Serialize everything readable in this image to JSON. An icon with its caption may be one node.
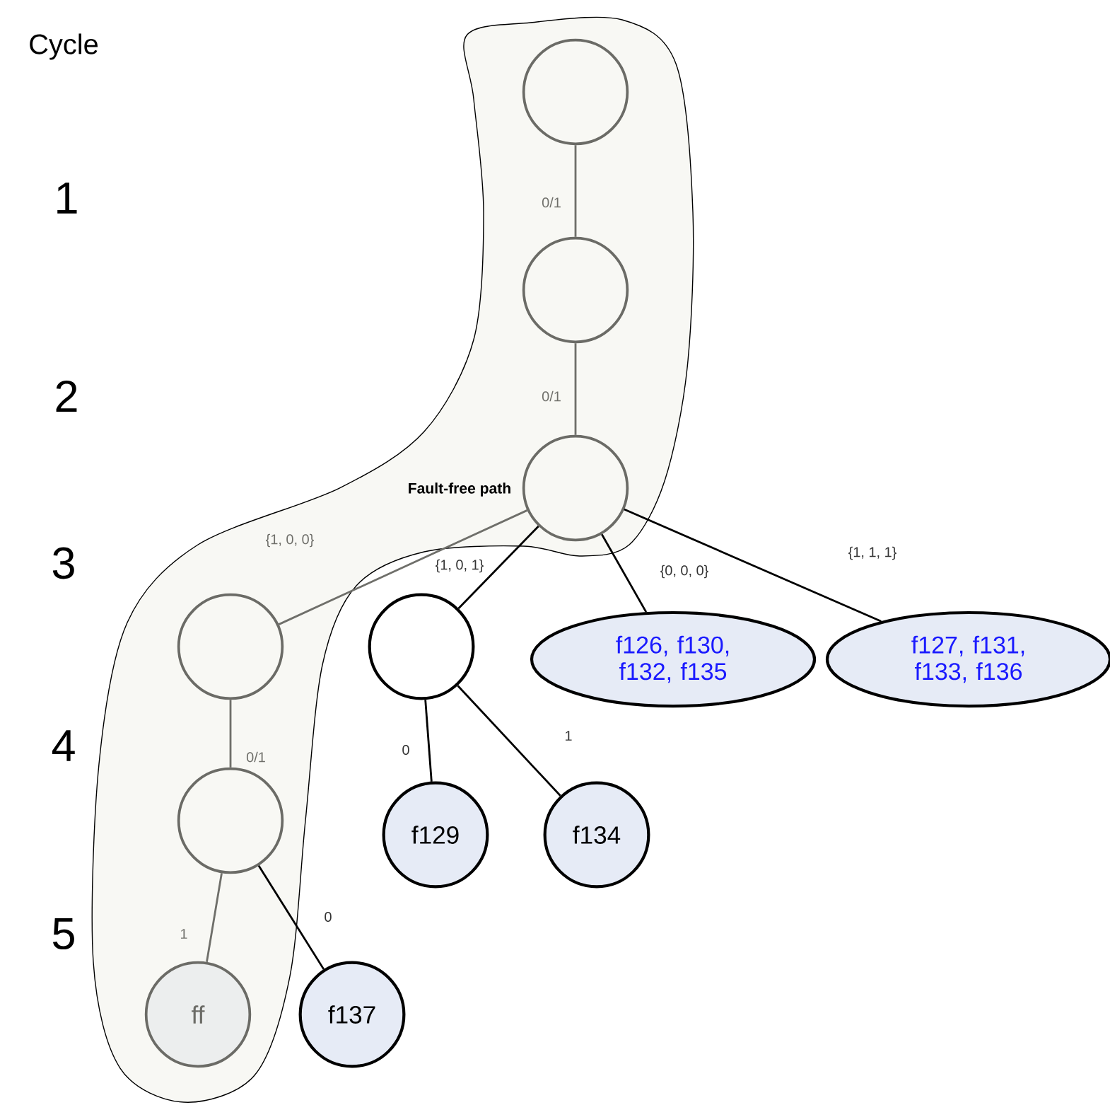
{
  "diagram": {
    "nodes": [
      {
        "text": [
          "Fault-free path"
        ]
      },
      {
        "text": [],
        "shape": "circle",
        "in": 0
      },
      {
        "text": [],
        "shape": "circle",
        "in": 0
      },
      {
        "text": [],
        "shape": "circle",
        "in": 0
      },
      {
        "text": [],
        "shape": "circle",
        "in": 0
      },
      {
        "text": [],
        "shape": "circle",
        "in": 0
      },
      {
        "text": [
          "ff"
        ],
        "in": 0
      },
      {
        "text": [],
        "shape": "circle"
      },
      {
        "text": [
          "f126, f130, f132, f135"
        ]
      },
      {
        "text": [
          "f127, f131, f133, f136"
        ]
      },
      {
        "text": [
          "f129"
        ]
      },
      {
        "text": [
          "f134"
        ]
      },
      {
        "text": [
          "f137"
        ]
      }
    ],
    "edges": [
      {
        "from": 1,
        "to": 2,
        "arrow": "none",
        "label": "0/1",
        "color": "#6f6f6a"
      },
      {
        "from": 2,
        "to": 3,
        "arrow": "none",
        "label": "0/1",
        "color": "#6f6f6a"
      },
      {
        "from": 3,
        "to": 4,
        "arrow": "none",
        "label": "{1, 0, 0}",
        "color": "#6f6f6a"
      },
      {
        "from": 3,
        "to": 7,
        "arrow": "none",
        "label": "{1, 0, 1}"
      },
      {
        "from": 3,
        "to": 8,
        "arrow": "none",
        "label": "{0, 0, 0}"
      },
      {
        "from": 3,
        "to": 9,
        "arrow": "none",
        "label": "{1, 1, 1}"
      },
      {
        "from": 4,
        "to": 5,
        "arrow": "none",
        "label": "0/1",
        "color": "#6f6f6a"
      },
      {
        "from": 5,
        "to": 6,
        "arrow": "none",
        "label": "1",
        "color": "#6f6f6a"
      },
      {
        "from": 5,
        "to": 12,
        "arrow": "none",
        "label": "0"
      },
      {
        "from": 7,
        "to": 10,
        "arrow": "none",
        "label": "0"
      },
      {
        "from": 7,
        "to": 11,
        "arrow": "none",
        "label": "1"
      }
    ],
    "labels": [
      "Cycle",
      "1",
      "2",
      "3",
      "4",
      "5"
    ]
  }
}
